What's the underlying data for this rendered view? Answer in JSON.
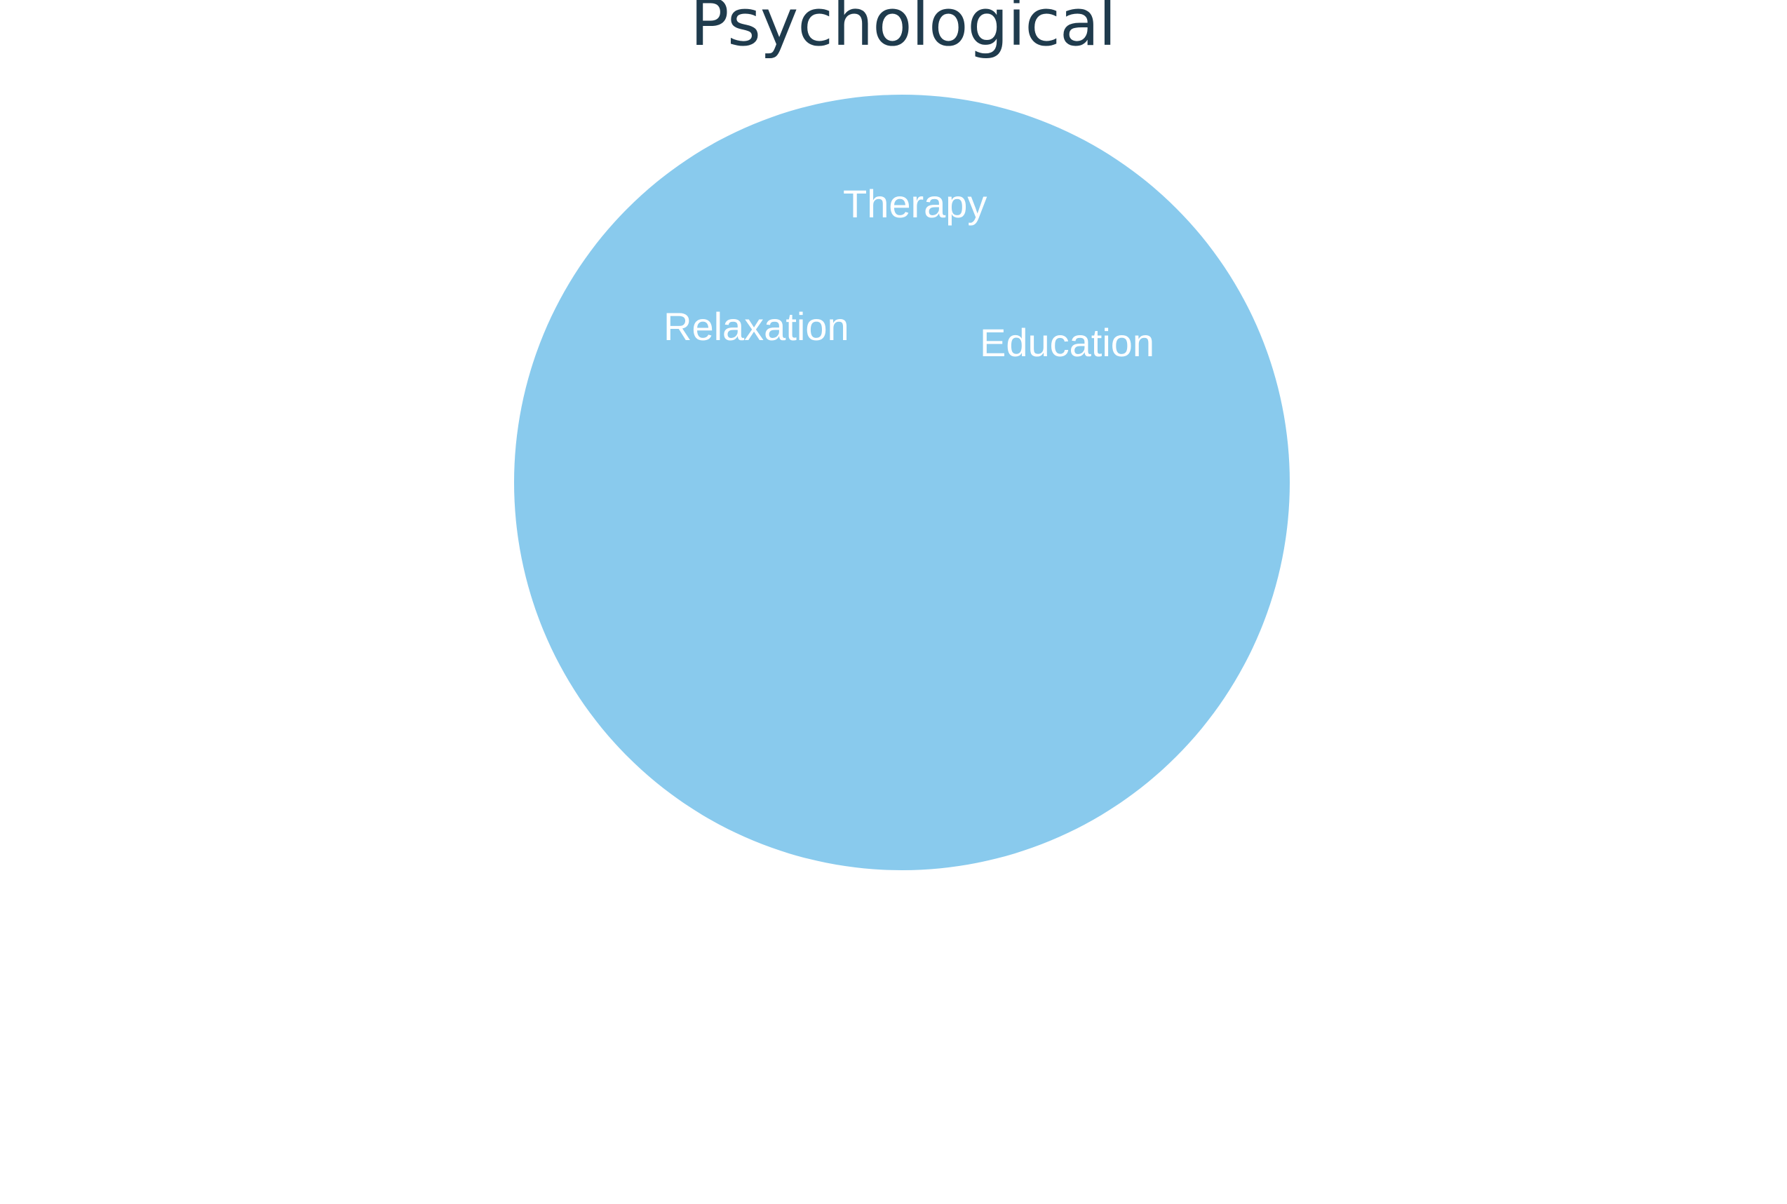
{
  "diagram": {
    "title": "Psychological",
    "circle_color": "#89caed",
    "title_color": "#1f3b4d",
    "label_color": "#ffffff",
    "items": [
      {
        "label": "Therapy"
      },
      {
        "label": "Relaxation"
      },
      {
        "label": "Education"
      }
    ]
  }
}
